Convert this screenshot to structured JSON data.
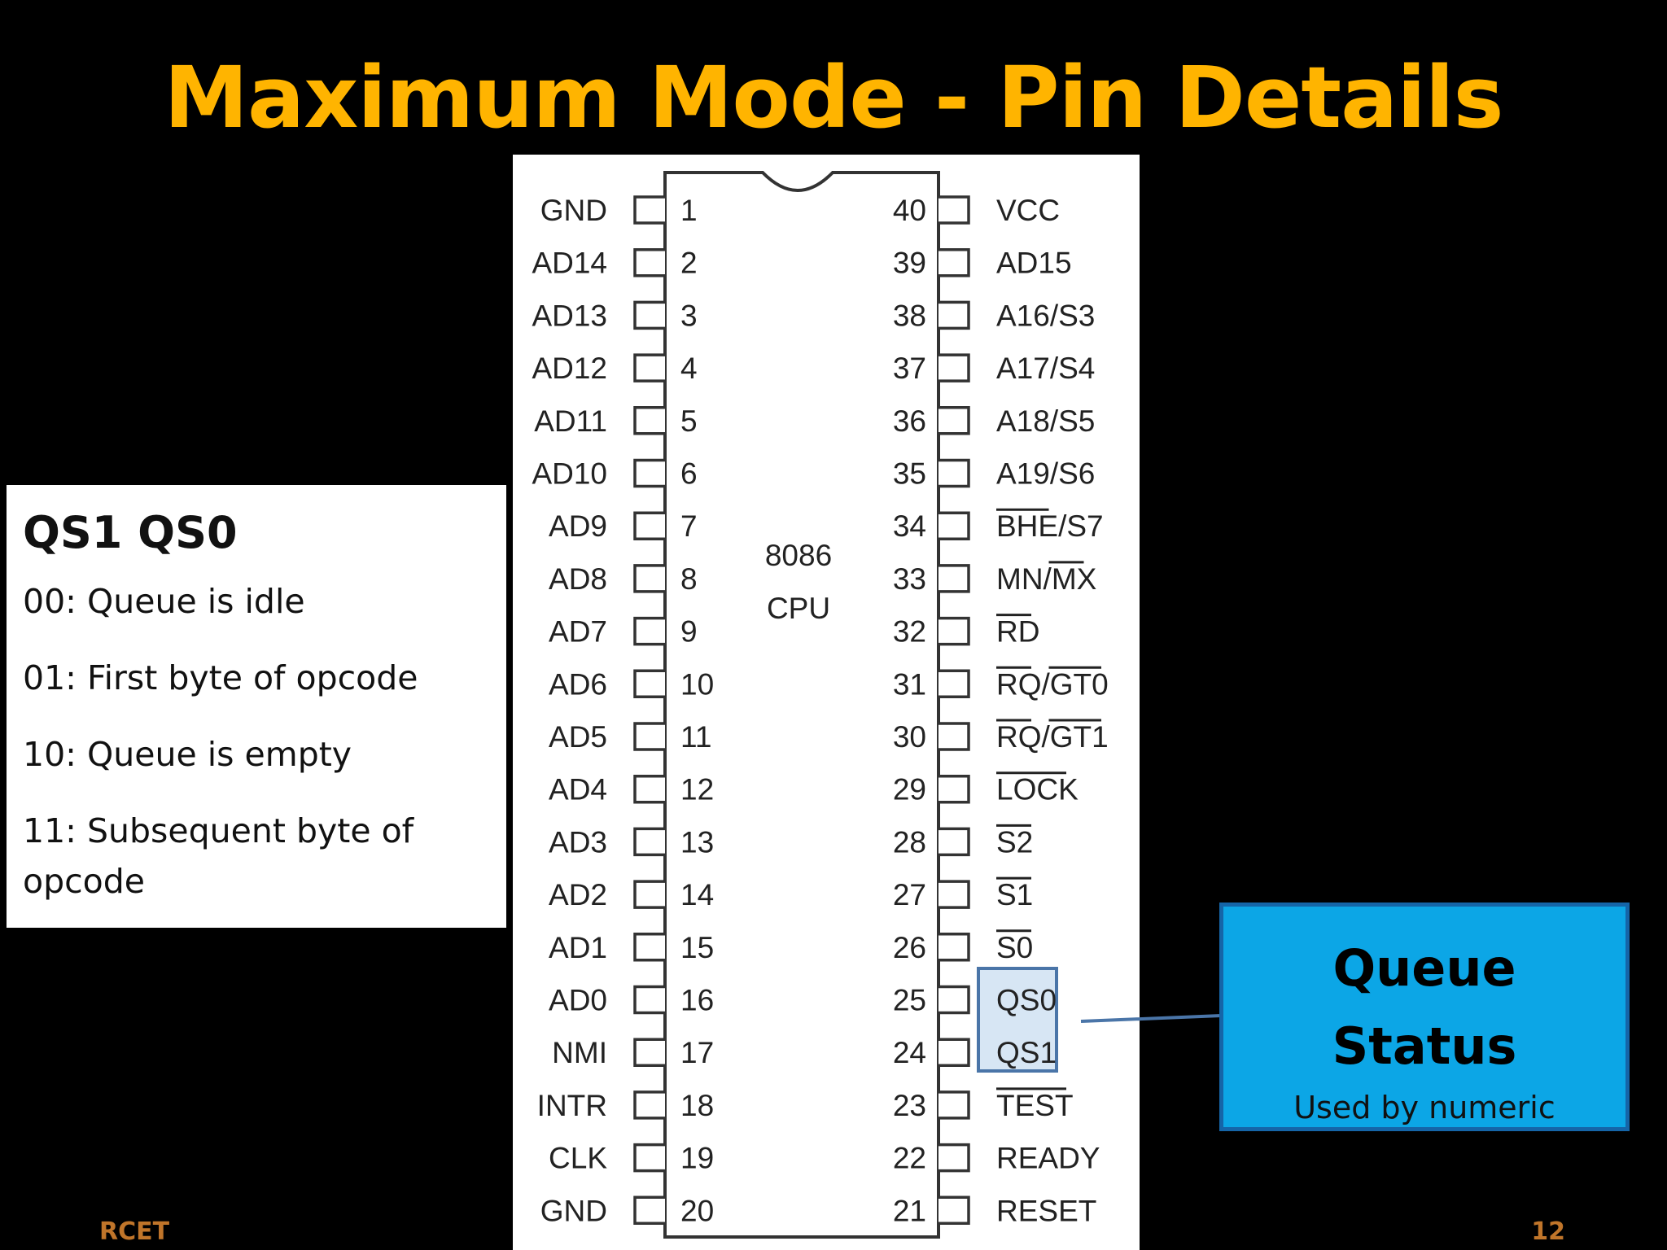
{
  "title": "Maximum Mode - Pin Details",
  "chip": {
    "name": "8086",
    "sub": "CPU",
    "left_pins": [
      {
        "num": "1",
        "label": "GND"
      },
      {
        "num": "2",
        "label": "AD14"
      },
      {
        "num": "3",
        "label": "AD13"
      },
      {
        "num": "4",
        "label": "AD12"
      },
      {
        "num": "5",
        "label": "AD11"
      },
      {
        "num": "6",
        "label": "AD10"
      },
      {
        "num": "7",
        "label": "AD9"
      },
      {
        "num": "8",
        "label": "AD8"
      },
      {
        "num": "9",
        "label": "AD7"
      },
      {
        "num": "10",
        "label": "AD6"
      },
      {
        "num": "11",
        "label": "AD5"
      },
      {
        "num": "12",
        "label": "AD4"
      },
      {
        "num": "13",
        "label": "AD3"
      },
      {
        "num": "14",
        "label": "AD2"
      },
      {
        "num": "15",
        "label": "AD1"
      },
      {
        "num": "16",
        "label": "AD0"
      },
      {
        "num": "17",
        "label": "NMI"
      },
      {
        "num": "18",
        "label": "INTR"
      },
      {
        "num": "19",
        "label": "CLK"
      },
      {
        "num": "20",
        "label": "GND"
      }
    ],
    "right_pins": [
      {
        "num": "40",
        "label": "VCC"
      },
      {
        "num": "39",
        "label": "AD15"
      },
      {
        "num": "38",
        "label": "A16/S3"
      },
      {
        "num": "37",
        "label": "A17/S4"
      },
      {
        "num": "36",
        "label": "A18/S5"
      },
      {
        "num": "35",
        "label": "A19/S6"
      },
      {
        "num": "34",
        "label": "BHE/S7"
      },
      {
        "num": "33",
        "label": "MN/MX"
      },
      {
        "num": "32",
        "label": "RD"
      },
      {
        "num": "31",
        "label": "RQ/GT0"
      },
      {
        "num": "30",
        "label": "RQ/GT1"
      },
      {
        "num": "29",
        "label": "LOCK"
      },
      {
        "num": "28",
        "label": "S2"
      },
      {
        "num": "27",
        "label": "S1"
      },
      {
        "num": "26",
        "label": "S0"
      },
      {
        "num": "25",
        "label": "QS0"
      },
      {
        "num": "24",
        "label": "QS1"
      },
      {
        "num": "23",
        "label": "TEST"
      },
      {
        "num": "22",
        "label": "READY"
      },
      {
        "num": "21",
        "label": "RESET"
      }
    ]
  },
  "info": {
    "title": "QS1 QS0",
    "items": [
      "00: Queue is idle",
      "01: First byte of opcode",
      "10: Queue is empty",
      "11: Subsequent byte of opcode"
    ]
  },
  "callout": {
    "title_line1": "Queue",
    "title_line2": "Status",
    "subtitle": "Used by numeric"
  },
  "footer": {
    "left": "RCET",
    "page": "12"
  }
}
